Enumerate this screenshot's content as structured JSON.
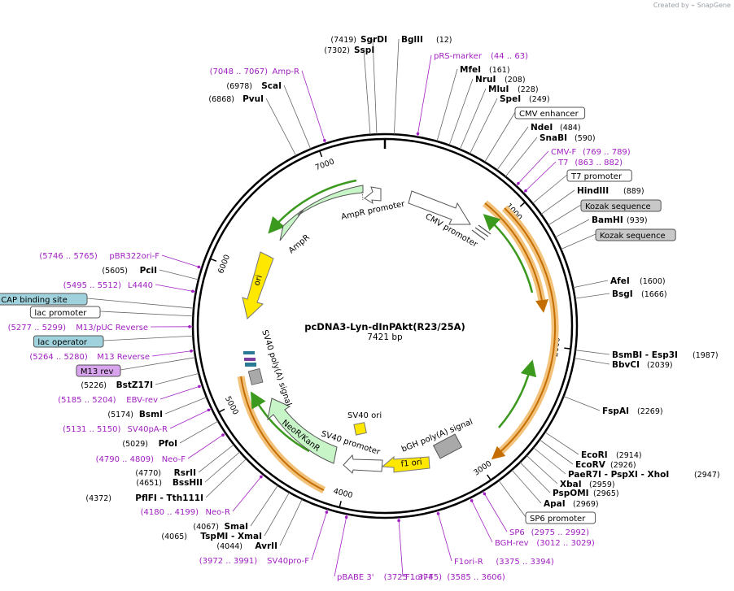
{
  "credit": "Created by ⌁ SnapGene",
  "plasmid": {
    "name": "pcDNA3-Lyn-dInPAkt(R23/25A)",
    "size": "7421 bp"
  },
  "ticks": [
    "1000",
    "2000",
    "3000",
    "4000",
    "5000",
    "6000",
    "7000"
  ],
  "labels_right": [
    {
      "name": "SgrDI",
      "pos": "(7419)",
      "kind": "enzyme",
      "pos_first": true
    },
    {
      "name": "BglII",
      "pos": "(12)",
      "kind": "enzyme"
    },
    {
      "name": "SspI",
      "pos": "(7302)",
      "kind": "enzyme",
      "pos_first": true
    },
    {
      "name": "pRS-marker",
      "pos": "(44 .. 63)",
      "kind": "primer"
    },
    {
      "name": "MfeI",
      "pos": "(161)",
      "kind": "enzyme"
    },
    {
      "name": "NruI",
      "pos": "(208)",
      "kind": "enzyme"
    },
    {
      "name": "MluI",
      "pos": "(228)",
      "kind": "enzyme"
    },
    {
      "name": "SpeI",
      "pos": "(249)",
      "kind": "enzyme"
    },
    {
      "name": "CMV enhancer",
      "pos": "",
      "kind": "feature"
    },
    {
      "name": "NdeI",
      "pos": "(484)",
      "kind": "enzyme"
    },
    {
      "name": "SnaBI",
      "pos": "(590)",
      "kind": "enzyme"
    },
    {
      "name": "CMV-F",
      "pos": "(769 .. 789)",
      "kind": "primer"
    },
    {
      "name": "T7",
      "pos": "(863 .. 882)",
      "kind": "primer"
    },
    {
      "name": "T7 promoter",
      "pos": "",
      "kind": "feature"
    },
    {
      "name": "HindIII",
      "pos": "(889)",
      "kind": "enzyme"
    },
    {
      "name": "Kozak sequence",
      "pos": "",
      "kind": "feature-gray"
    },
    {
      "name": "BamHI",
      "pos": "(939)",
      "kind": "enzyme"
    },
    {
      "name": "Kozak sequence",
      "pos": "",
      "kind": "feature-gray"
    },
    {
      "name": "AfeI",
      "pos": "(1600)",
      "kind": "enzyme"
    },
    {
      "name": "BsgI",
      "pos": "(1666)",
      "kind": "enzyme"
    },
    {
      "name": "BsmBI - Esp3I",
      "pos": "(1987)",
      "kind": "enzyme"
    },
    {
      "name": "BbvCI",
      "pos": "(2039)",
      "kind": "enzyme"
    },
    {
      "name": "FspAI",
      "pos": "(2269)",
      "kind": "enzyme"
    },
    {
      "name": "EcoRI",
      "pos": "(2914)",
      "kind": "enzyme"
    },
    {
      "name": "EcoRV",
      "pos": "(2926)",
      "kind": "enzyme"
    },
    {
      "name": "PaeR7I - PspXI - XhoI",
      "pos": "(2947)",
      "kind": "enzyme"
    },
    {
      "name": "XbaI",
      "pos": "(2959)",
      "kind": "enzyme"
    },
    {
      "name": "PspOMI",
      "pos": "(2965)",
      "kind": "enzyme"
    },
    {
      "name": "ApaI",
      "pos": "(2969)",
      "kind": "enzyme"
    },
    {
      "name": "SP6 promoter",
      "pos": "",
      "kind": "feature"
    },
    {
      "name": "SP6",
      "pos": "(2975 .. 2992)",
      "kind": "primer"
    },
    {
      "name": "BGH-rev",
      "pos": "(3012 .. 3029)",
      "kind": "primer"
    },
    {
      "name": "F1ori-R",
      "pos": "(3375 .. 3394)",
      "kind": "primer"
    },
    {
      "name": "F1ori-F",
      "pos": "(3585 .. 3606)",
      "kind": "primer"
    },
    {
      "name": "pBABE 3'",
      "pos": "(3725 .. 3745)",
      "kind": "primer"
    }
  ],
  "labels_left": [
    {
      "name": "Amp-R",
      "pos": "(7048 .. 7067)",
      "kind": "primer"
    },
    {
      "name": "ScaI",
      "pos": "(6978)",
      "kind": "enzyme"
    },
    {
      "name": "PvuI",
      "pos": "(6868)",
      "kind": "enzyme"
    },
    {
      "name": "pBR322ori-F",
      "pos": "(5746 .. 5765)",
      "kind": "primer"
    },
    {
      "name": "PciI",
      "pos": "(5605)",
      "kind": "enzyme"
    },
    {
      "name": "L4440",
      "pos": "(5495 .. 5512)",
      "kind": "primer"
    },
    {
      "name": "CAP binding site",
      "pos": "",
      "kind": "feature-blue"
    },
    {
      "name": "lac promoter",
      "pos": "",
      "kind": "feature"
    },
    {
      "name": "M13/pUC Reverse",
      "pos": "(5277 .. 5299)",
      "kind": "primer"
    },
    {
      "name": "lac operator",
      "pos": "",
      "kind": "feature-blue"
    },
    {
      "name": "M13 Reverse",
      "pos": "(5264 .. 5280)",
      "kind": "primer"
    },
    {
      "name": "M13 rev",
      "pos": "",
      "kind": "feature-purple"
    },
    {
      "name": "BstZ17I",
      "pos": "(5226)",
      "kind": "enzyme"
    },
    {
      "name": "EBV-rev",
      "pos": "(5185 .. 5204)",
      "kind": "primer"
    },
    {
      "name": "BsmI",
      "pos": "(5174)",
      "kind": "enzyme"
    },
    {
      "name": "SV40pA-R",
      "pos": "(5131 .. 5150)",
      "kind": "primer"
    },
    {
      "name": "PfoI",
      "pos": "(5029)",
      "kind": "enzyme"
    },
    {
      "name": "Neo-F",
      "pos": "(4790 .. 4809)",
      "kind": "primer"
    },
    {
      "name": "RsrII",
      "pos": "(4770)",
      "kind": "enzyme"
    },
    {
      "name": "BssHII",
      "pos": "(4651)",
      "kind": "enzyme"
    },
    {
      "name": "PflFI - Tth111I",
      "pos": "(4372)",
      "kind": "enzyme"
    },
    {
      "name": "Neo-R",
      "pos": "(4180 .. 4199)",
      "kind": "primer"
    },
    {
      "name": "SmaI",
      "pos": "(4067)",
      "kind": "enzyme"
    },
    {
      "name": "TspMI - XmaI",
      "pos": "(4065)",
      "kind": "enzyme"
    },
    {
      "name": "AvrII",
      "pos": "(4044)",
      "kind": "enzyme"
    },
    {
      "name": "SV40pro-F",
      "pos": "(3972 .. 3991)",
      "kind": "primer"
    }
  ],
  "features": {
    "ampr_promoter": "AmpR promoter",
    "cmv_promoter": "CMV promoter",
    "ampr": "AmpR",
    "ori": "ori",
    "sv40_polya": "SV40 poly(A) signal",
    "neor": "NeoR/KanR",
    "sv40_promoter": "SV40 promoter",
    "sv40_ori": "SV40 ori",
    "bgh_polya": "bGH poly(A) signal",
    "f1_ori": "f1 ori"
  },
  "colors": {
    "primer": "#a020c0",
    "green": "#3b9a1e",
    "orange": "#e8a040",
    "ori_yellow": "#ffe800",
    "ampr_fill": "#c8f5c8"
  }
}
